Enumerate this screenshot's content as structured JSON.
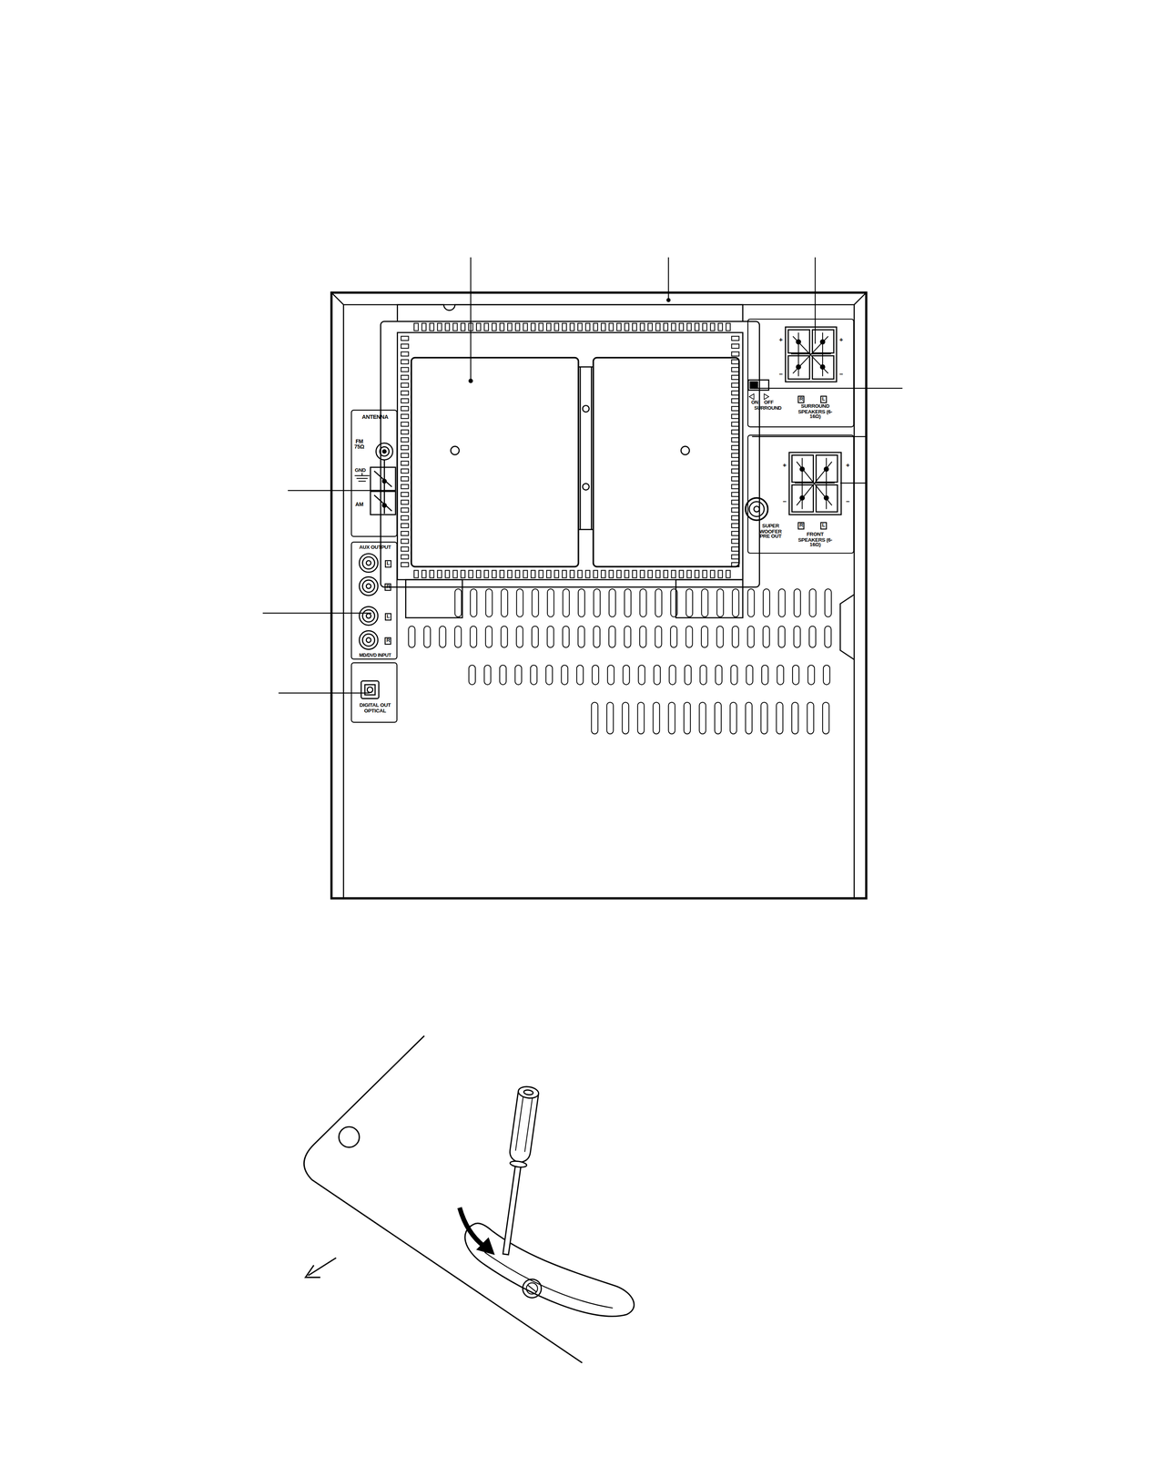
{
  "diagram": {
    "nodes": [
      {
        "text": [
          "ANTENNA",
          "FM 75Ω",
          "GND",
          "AM"
        ]
      },
      {
        "text": [
          "AUX OUTPUT",
          "L",
          "R",
          "L",
          "R",
          "MD/DVD INPUT"
        ]
      },
      {
        "text": [
          "DIGITAL OUT OPTICAL"
        ]
      },
      {
        "text": [
          "ON",
          "OFF",
          "SURROUND",
          "R",
          "L",
          "SURROUND SPEAKERS (6-16Ω)"
        ]
      },
      {
        "text": [
          "SUPER WOOFER PRE OUT",
          "R",
          "L",
          "FRONT SPEAKERS (6-16Ω)"
        ]
      }
    ],
    "edges": [],
    "labels": [
      "+",
      "+",
      "–",
      "–",
      "+",
      "+",
      "–",
      "–"
    ]
  }
}
